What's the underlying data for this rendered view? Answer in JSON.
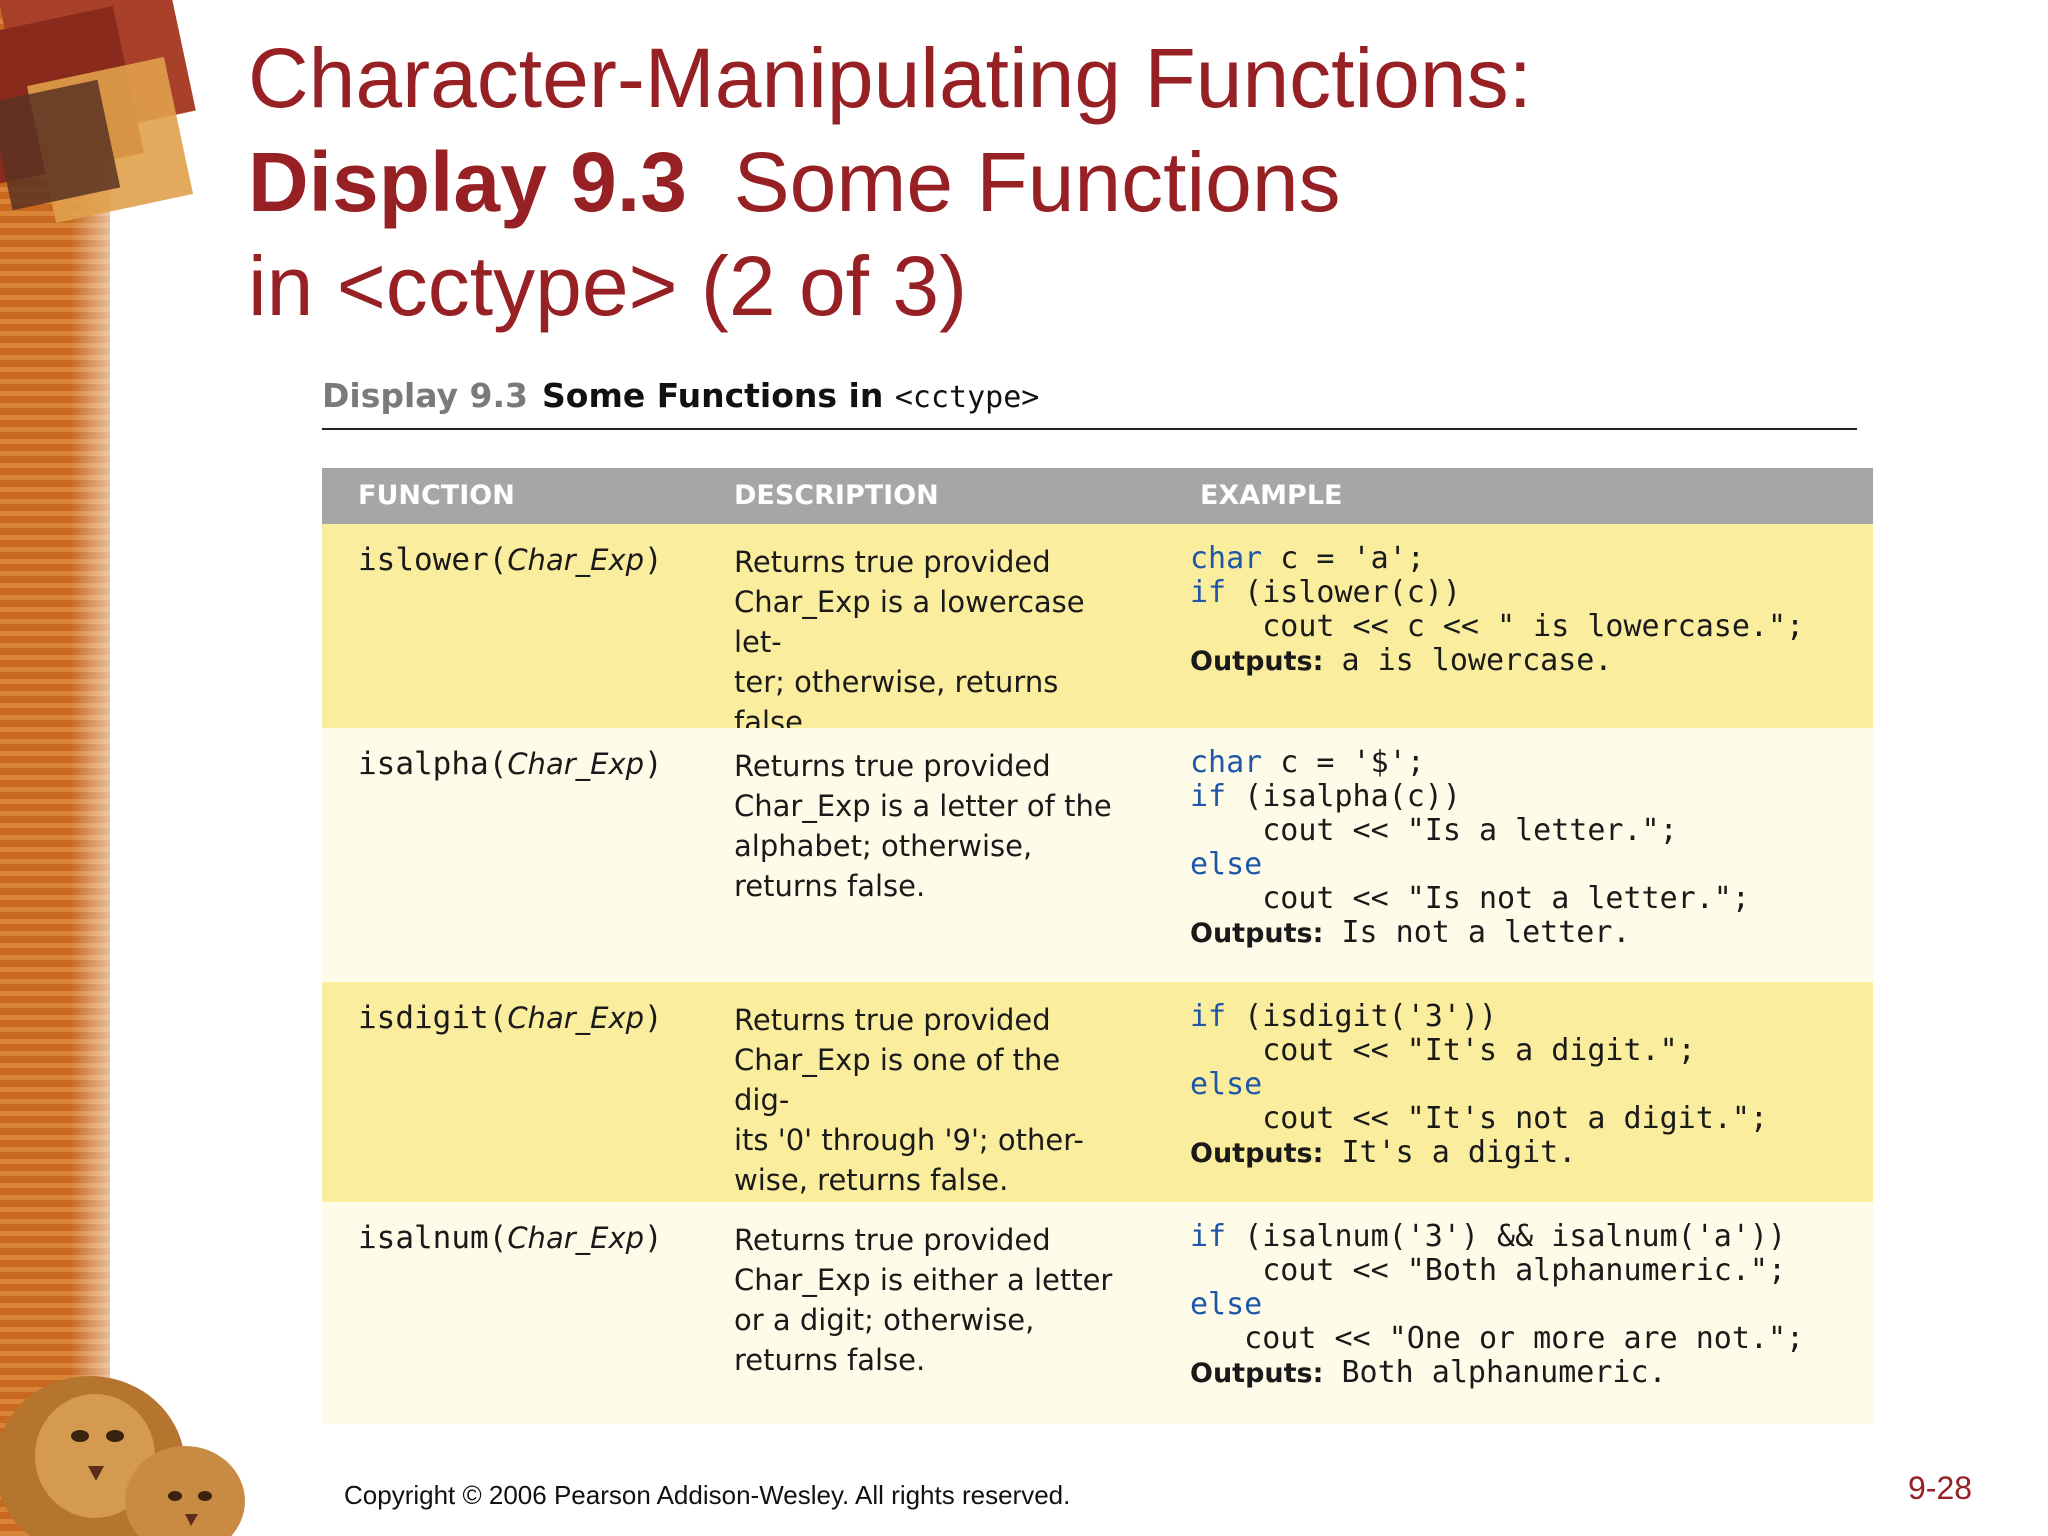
{
  "slide": {
    "title_line1": "Character-Manipulating Functions:",
    "title_bold": "Display 9.3",
    "title_line2_rest": "Some Functions",
    "title_line3": "in <cctype> (2 of 3)"
  },
  "display": {
    "number": "Display 9.3",
    "title": "Some Functions in",
    "title_code": "<cctype>"
  },
  "table": {
    "headers": [
      "FUNCTION",
      "DESCRIPTION",
      "EXAMPLE"
    ],
    "rows": [
      {
        "fn": "islower(",
        "arg": "Char_Exp",
        "desc": "Returns true provided\nChar_Exp is a lowercase let-\nter; otherwise, returns\nfalse.",
        "example_lines": [
          {
            "kw": "char",
            "text": " c = 'a';"
          },
          {
            "kw": "if",
            "text": " (islower(c))"
          },
          {
            "kw": "",
            "text": "    cout << c << \" is lowercase.\";"
          }
        ],
        "output_label": "Outputs:",
        "output": " a is lowercase."
      },
      {
        "fn": "isalpha(",
        "arg": "Char_Exp",
        "desc": "Returns true provided\nChar_Exp is a letter of the\nalphabet; otherwise,\nreturns false.",
        "example_lines": [
          {
            "kw": "char",
            "text": " c = '$';"
          },
          {
            "kw": "if",
            "text": " (isalpha(c))"
          },
          {
            "kw": "",
            "text": "    cout << \"Is a letter.\";"
          },
          {
            "kw": "else",
            "text": ""
          },
          {
            "kw": "",
            "text": "    cout << \"Is not a letter.\";"
          }
        ],
        "output_label": "Outputs:",
        "output": " Is not a letter."
      },
      {
        "fn": "isdigit(",
        "arg": "Char_Exp",
        "desc": "Returns true provided\nChar_Exp is one of the dig-\nits '0' through '9'; other-\nwise, returns false.",
        "example_lines": [
          {
            "kw": "if",
            "text": " (isdigit('3'))"
          },
          {
            "kw": "",
            "text": "    cout << \"It's a digit.\";"
          },
          {
            "kw": "else",
            "text": ""
          },
          {
            "kw": "",
            "text": "    cout << \"It's not a digit.\";"
          }
        ],
        "output_label": "Outputs:",
        "output": " It's a digit."
      },
      {
        "fn": "isalnum(",
        "arg": "Char_Exp",
        "desc": "Returns true provided\nChar_Exp is either a letter\nor a digit; otherwise,\nreturns false.",
        "example_lines": [
          {
            "kw": "if",
            "text": " (isalnum('3') && isalnum('a'))"
          },
          {
            "kw": "",
            "text": "    cout << \"Both alphanumeric.\";"
          },
          {
            "kw": "else",
            "text": ""
          },
          {
            "kw": "",
            "text": "   cout << \"One or more are not.\";"
          }
        ],
        "output_label": "Outputs:",
        "output": " Both alphanumeric."
      }
    ]
  },
  "footer": {
    "copyright": "Copyright © 2006 Pearson Addison-Wesley. All rights reserved.",
    "page": "9-28"
  },
  "colors": {
    "title": "#962024",
    "header_bg": "#a6a6a8",
    "row_yellow": "#fbed9e",
    "row_light": "#fefce8",
    "keyword": "#1f57a8"
  }
}
